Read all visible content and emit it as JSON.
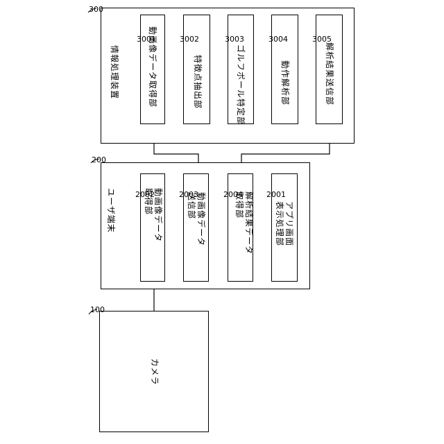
{
  "diagram": {
    "camera": {
      "ref": "100",
      "label": "カメラ"
    },
    "user_terminal": {
      "ref": "200",
      "title": "ユーザ端末",
      "modules": [
        {
          "ref": "2002",
          "label": "動画像データ\n取得部"
        },
        {
          "ref": "2003",
          "label": "動画像データ\n送信部"
        },
        {
          "ref": "2004",
          "label": "解析結果データ\n取得部"
        },
        {
          "ref": "2001",
          "label": "アプリ画面\n表示処理部"
        }
      ]
    },
    "info_processor": {
      "ref": "300",
      "title": "情報処理装置",
      "modules": [
        {
          "ref": "3001",
          "label": "動画像データ取得部"
        },
        {
          "ref": "3002",
          "label": "特徴点抽出部"
        },
        {
          "ref": "3003",
          "label": "ゴルフボール特定部"
        },
        {
          "ref": "3004",
          "label": "動作解析部"
        },
        {
          "ref": "3005",
          "label": "解析結果送信部"
        }
      ]
    }
  }
}
